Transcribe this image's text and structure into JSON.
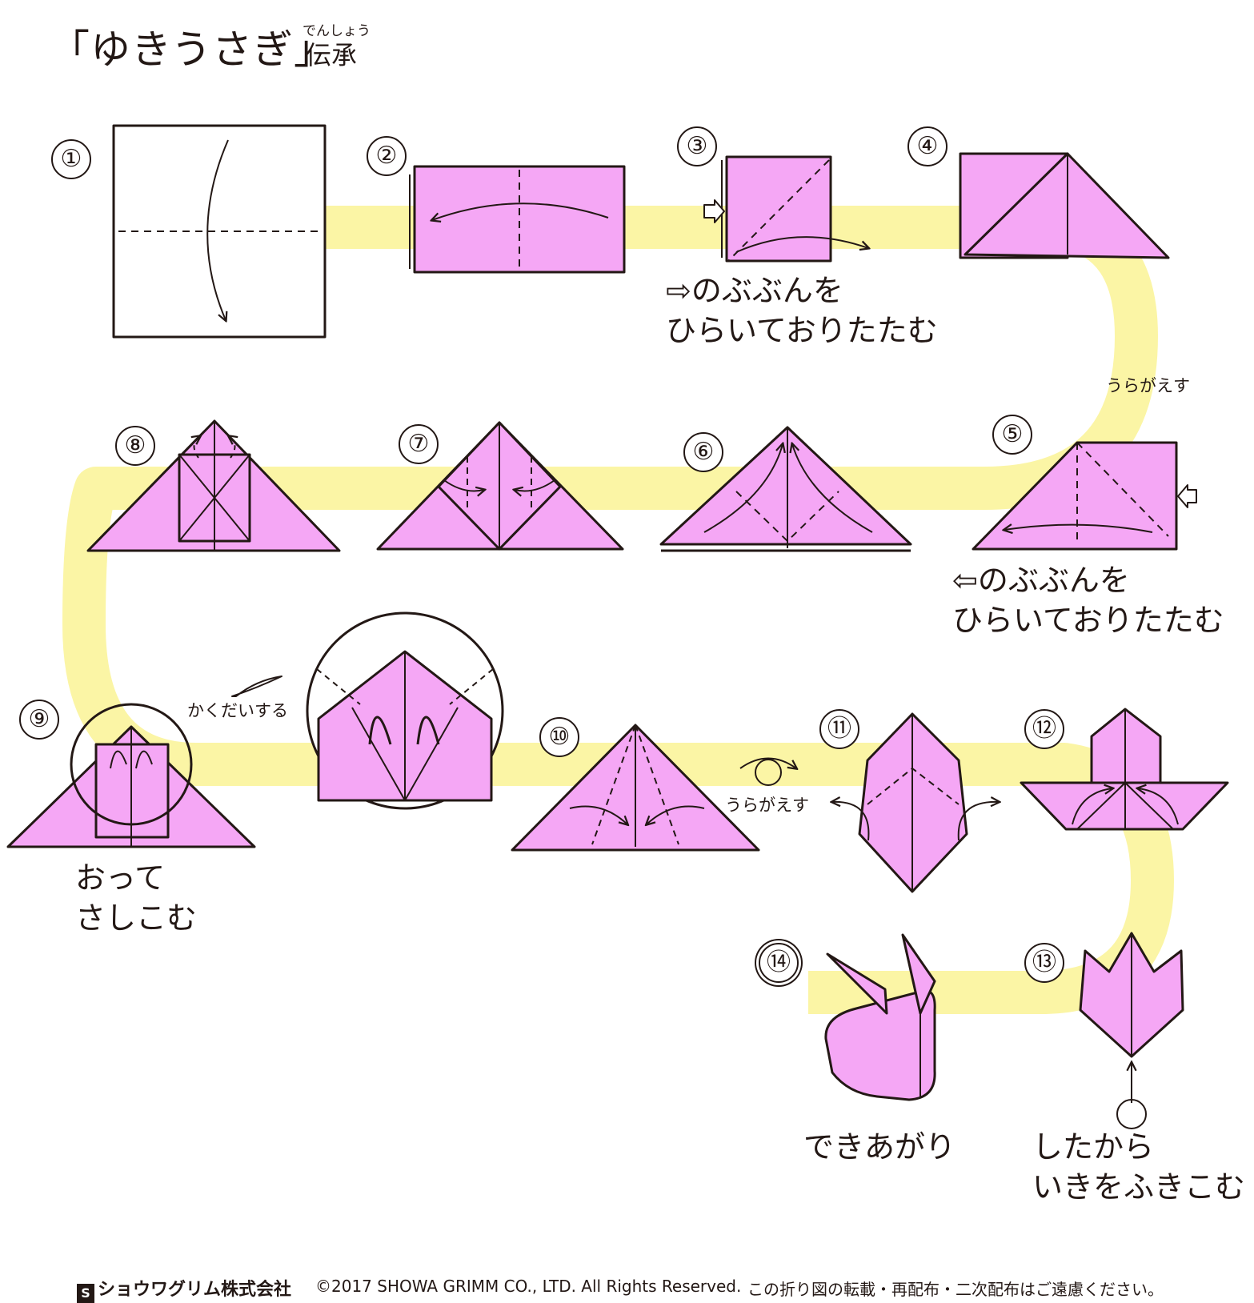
{
  "title": "「ゆきうさぎ」",
  "subtitle_ruby": "でんしょう",
  "subtitle": "伝承",
  "steps": [
    "①",
    "②",
    "③",
    "④",
    "⑤",
    "⑥",
    "⑦",
    "⑧",
    "⑨",
    "⑩",
    "⑪",
    "⑫",
    "⑬",
    "⑭"
  ],
  "notes": {
    "step3": "⇨のぶぶんを\nひらいておりたたむ",
    "step5": "⇦のぶぶんを\nひらいておりたたむ",
    "step9": "おって\nさしこむ",
    "step13": "したから\nいきをふきこむ",
    "step14": "できあがり"
  },
  "small_labels": {
    "flip_1": "うらがえす",
    "zoom": "かくだいする",
    "flip_2": "うらがえす"
  },
  "footer": {
    "logo": "ショウワグリム株式会社",
    "copyright": "©2017 SHOWA GRIMM CO., LTD. All Rights Reserved.",
    "notice": "この折り図の転載・再配布・二次配布はご遠慮ください。"
  },
  "colors": {
    "paper": "#f5a7f5",
    "path": "#fbf5a5",
    "line": "#231815"
  }
}
